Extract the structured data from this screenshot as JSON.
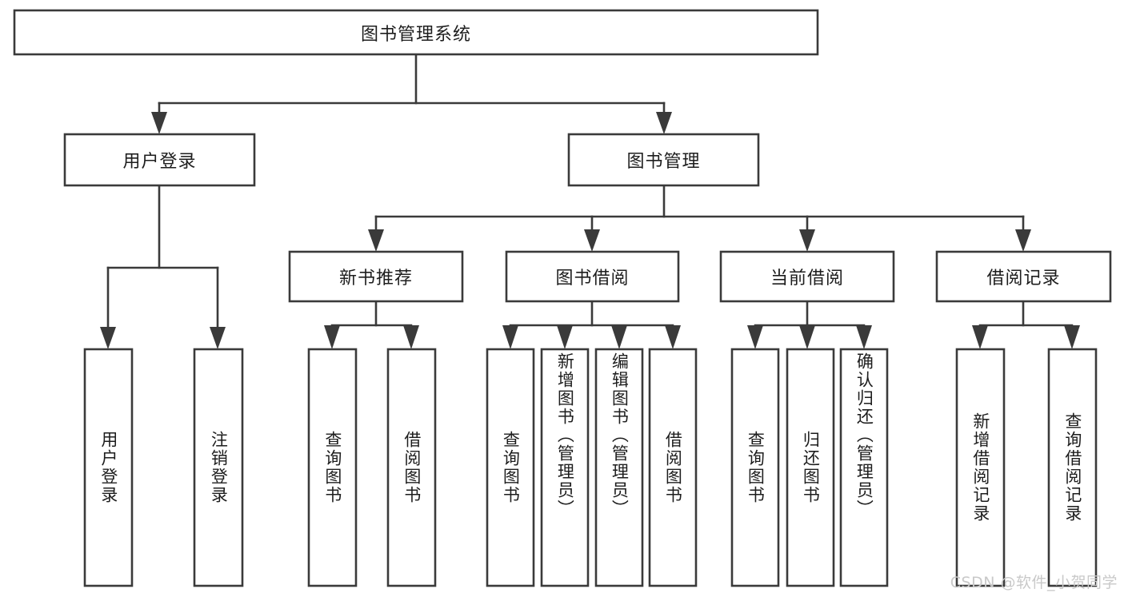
{
  "diagram": {
    "type": "tree",
    "title": "图书管理系统",
    "root": {
      "id": "root",
      "label": "图书管理系统",
      "orientation": "horizontal"
    },
    "level2": [
      {
        "id": "user-login",
        "label": "用户登录",
        "orientation": "horizontal"
      },
      {
        "id": "book-manage",
        "label": "图书管理",
        "orientation": "horizontal"
      }
    ],
    "level3": [
      {
        "id": "new-book-rec",
        "label": "新书推荐",
        "orientation": "horizontal",
        "parent": "book-manage"
      },
      {
        "id": "book-borrow",
        "label": "图书借阅",
        "orientation": "horizontal",
        "parent": "book-manage"
      },
      {
        "id": "current-borrow",
        "label": "当前借阅",
        "orientation": "horizontal",
        "parent": "book-manage"
      },
      {
        "id": "borrow-record",
        "label": "借阅记录",
        "orientation": "horizontal",
        "parent": "book-manage"
      }
    ],
    "leaves": [
      {
        "id": "leaf-user-login",
        "label": "用户登录",
        "orientation": "vertical",
        "parent": "user-login"
      },
      {
        "id": "leaf-user-logout",
        "label": "注销登录",
        "orientation": "vertical",
        "parent": "user-login"
      },
      {
        "id": "leaf-rec-query",
        "label": "查询图书",
        "orientation": "vertical",
        "parent": "new-book-rec"
      },
      {
        "id": "leaf-rec-borrow",
        "label": "借阅图书",
        "orientation": "vertical",
        "parent": "new-book-rec"
      },
      {
        "id": "leaf-borrow-query",
        "label": "查询图书",
        "orientation": "vertical",
        "parent": "book-borrow"
      },
      {
        "id": "leaf-borrow-add",
        "label": "新增图书（管理员）",
        "orientation": "vertical",
        "parent": "book-borrow"
      },
      {
        "id": "leaf-borrow-edit",
        "label": "编辑图书（管理员）",
        "orientation": "vertical",
        "parent": "book-borrow"
      },
      {
        "id": "leaf-borrow-borrow",
        "label": "借阅图书",
        "orientation": "vertical",
        "parent": "book-borrow"
      },
      {
        "id": "leaf-cur-query",
        "label": "查询图书",
        "orientation": "vertical",
        "parent": "current-borrow"
      },
      {
        "id": "leaf-cur-return",
        "label": "归还图书",
        "orientation": "vertical",
        "parent": "current-borrow"
      },
      {
        "id": "leaf-cur-confirm",
        "label": "确认归还（管理员）",
        "orientation": "vertical",
        "parent": "current-borrow"
      },
      {
        "id": "leaf-rec-add",
        "label": "新增借阅记录",
        "orientation": "vertical",
        "parent": "borrow-record"
      },
      {
        "id": "leaf-rec-search",
        "label": "查询借阅记录",
        "orientation": "vertical",
        "parent": "borrow-record"
      }
    ]
  },
  "watermark": {
    "text": "CSDN @软件_小贺同学"
  },
  "colors": {
    "box_stroke": "#3a3a3a",
    "box_fill": "#ffffff",
    "text": "#1d1d1d",
    "watermark": "#c9c9c9",
    "background": "#ffffff"
  }
}
